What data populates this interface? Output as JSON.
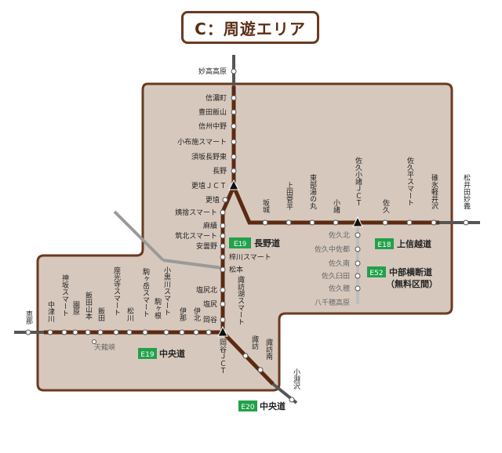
{
  "title": "C：周遊エリア",
  "legend_badges": {
    "e19_upper": {
      "code": "E19",
      "name": "長野道"
    },
    "e18": {
      "code": "E18",
      "name": "上信越道"
    },
    "e52": {
      "code": "E52",
      "name": "中部横断道",
      "note": "（無料区間）"
    },
    "e19_lower": {
      "code": "E19",
      "name": "中央道"
    },
    "e20": {
      "code": "E20",
      "name": "中央道"
    }
  },
  "colors": {
    "area_fill": "#d7c8bd",
    "area_border": "#6b3a1f",
    "road": "#5b2a12",
    "outside_road": "#555555",
    "e52": "#bdbdbd",
    "badge": "#22a04a"
  },
  "stations": {
    "myoko_kogen": "妙高高原",
    "shinano_machi": "信濃町",
    "toyota_iiyama": "豊田飯山",
    "shinshu_nakano": "信州中野",
    "obuse_smart": "小布施スマート",
    "suzaka_nagano_higashi": "須坂長野東",
    "nagano": "長野",
    "koshoku_jct": "更埴ＪＣＴ",
    "koshoku": "更埴",
    "obasute_smart": "姨捨スマート",
    "omi": "麻績",
    "chikuhoku_smart": "筑北スマート",
    "azumino": "安曇野",
    "azusagawa_smart": "梓川スマート",
    "matsumoto": "松本",
    "shiojiri_kita": "塩尻北",
    "shiojiri": "塩尻",
    "okaya": "岡谷",
    "suwako_smart": "諏訪湖スマート",
    "okaya_jct": "岡谷ＪＣＴ",
    "suwa": "諏訪",
    "suwa_minami": "諏訪南",
    "kobuchizawa": "小淵沢",
    "sakaki": "坂城",
    "ueda_sugadaira": "上田菅平",
    "tobu_yunomaru": "東部湯の丸",
    "komoro": "小諸",
    "saku_komoro_jct": "佐久小諸ＪＣＴ",
    "saku": "佐久",
    "saku_hirase_smart": "佐久平スマート",
    "usui_karuizawa": "碓氷軽井沢",
    "matsuida_myogi": "松井田妙義",
    "saku_kita": "佐久北",
    "saku_nakasakuho": "佐久中佐都",
    "saku_minami": "佐久南",
    "saku_usuda": "佐久臼田",
    "saku_ho": "佐久穂",
    "yachiho_kogen": "八千穂高原",
    "ena": "恵那",
    "nakatsugawa": "中津川",
    "misaka_smart": "神坂スマート",
    "sonohara": "園原",
    "iida_yamamoto": "飯田山本",
    "iida": "飯田",
    "zakoji_smart": "座光寺スマート",
    "matsukawa": "松川",
    "komagatake_smart": "駒ヶ岳スマート",
    "kokuro_smart": "小黒川スマート",
    "komagane": "駒ヶ根",
    "ina": "伊那",
    "ina_kita": "伊北",
    "tenryukyo": "天龍峡"
  }
}
